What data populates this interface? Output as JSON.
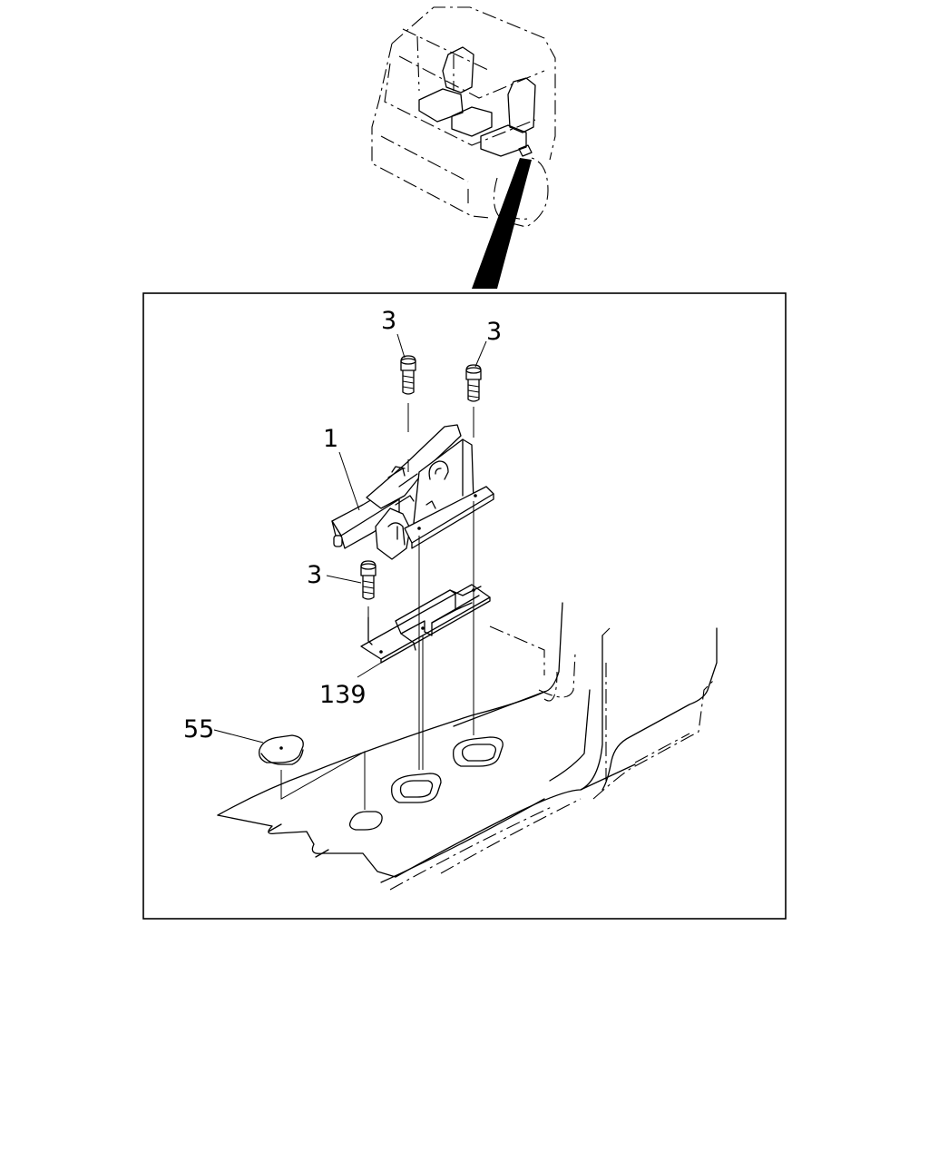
{
  "diagram": {
    "callouts": [
      {
        "id": "part-1",
        "text": "1"
      },
      {
        "id": "bolt-top-left",
        "text": "3"
      },
      {
        "id": "bolt-top-right",
        "text": "3"
      },
      {
        "id": "bolt-lower",
        "text": "3"
      },
      {
        "id": "bracket",
        "text": "139"
      },
      {
        "id": "plug",
        "text": "55"
      }
    ]
  }
}
